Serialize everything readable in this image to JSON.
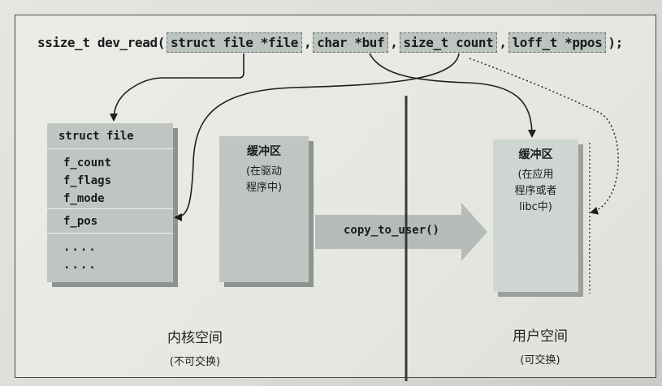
{
  "signature": {
    "prefix": "ssize_t dev_read(",
    "params": [
      "struct file *file",
      "char *buf",
      "size_t count",
      "loff_t *ppos"
    ],
    "separator": ",",
    "suffix": ");"
  },
  "struct_file": {
    "title": "struct file",
    "fields": [
      "f_count",
      "f_flags",
      "f_mode"
    ],
    "pos_field": "f_pos",
    "more": [
      "....",
      "...."
    ]
  },
  "kernel_buffer": {
    "title": "缓冲区",
    "note_lines": [
      "(在驱动",
      "程序中)"
    ]
  },
  "user_buffer": {
    "title": "缓冲区",
    "note_lines": [
      "(在应用",
      "程序或者",
      "libc中)"
    ]
  },
  "copy_arrow": {
    "label": "copy_to_user()"
  },
  "kernel_space": {
    "title": "内核空间",
    "subtitle": "(不可交换)"
  },
  "user_space": {
    "title": "用户空间",
    "subtitle": "(可交换)"
  },
  "colors": {
    "box_fill": "#bfc6c2",
    "box_shadow": "#8d948f",
    "arrow_fill": "#b5bcb8",
    "line": "#1e1e1e"
  }
}
